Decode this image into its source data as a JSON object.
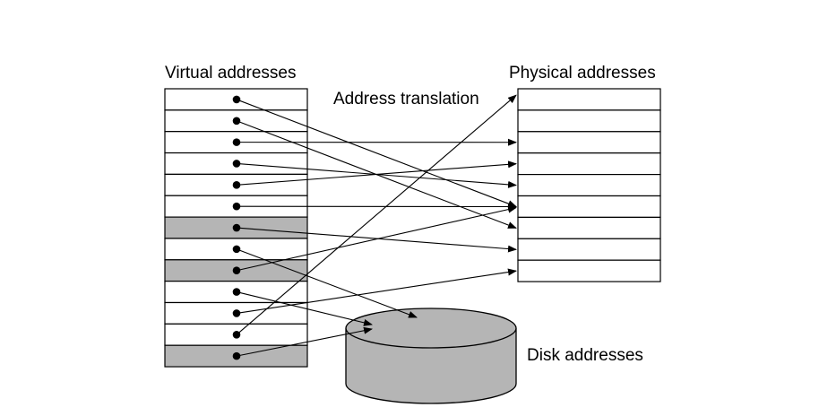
{
  "labels": {
    "virtual": "Virtual addresses",
    "physical": "Physical addresses",
    "translation": "Address translation",
    "disk": "Disk addresses"
  },
  "virtual_rows": [
    {
      "shaded": false,
      "target": "physical",
      "target_row": 5.5
    },
    {
      "shaded": false,
      "target": "physical",
      "target_row": 6.5
    },
    {
      "shaded": false,
      "target": "physical",
      "target_row": 2.5
    },
    {
      "shaded": false,
      "target": "physical",
      "target_row": 4.5
    },
    {
      "shaded": false,
      "target": "physical",
      "target_row": 3.5
    },
    {
      "shaded": false,
      "target": "physical",
      "target_row": 5.5
    },
    {
      "shaded": true,
      "target": "physical",
      "target_row": 7.5
    },
    {
      "shaded": false,
      "target": "disk",
      "target_index": 0
    },
    {
      "shaded": true,
      "target": "physical",
      "target_row": 5.55
    },
    {
      "shaded": false,
      "target": "disk",
      "target_index": 1
    },
    {
      "shaded": false,
      "target": "physical",
      "target_row": 8.5
    },
    {
      "shaded": false,
      "target": "physical",
      "target_row": 0.3
    },
    {
      "shaded": true,
      "target": "disk",
      "target_index": 2
    }
  ],
  "physical_row_count": 9,
  "colors": {
    "shade": "#b5b5b5",
    "line": "#000000",
    "background": "#ffffff"
  }
}
